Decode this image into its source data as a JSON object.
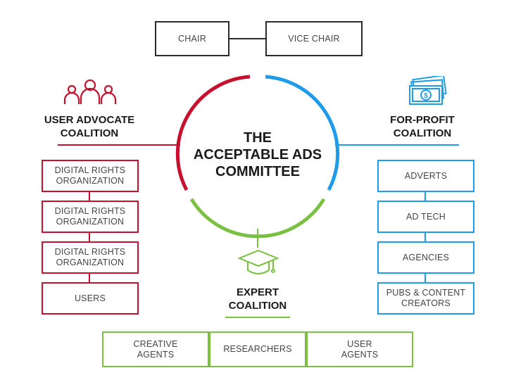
{
  "top": {
    "chair": "CHAIR",
    "vice_chair": "VICE CHAIR"
  },
  "center": {
    "title": "THE\nACCEPTABLE ADS\nCOMMITTEE"
  },
  "user_advocate": {
    "title": "USER ADVOCATE\nCOALITION",
    "items": [
      "DIGITAL RIGHTS\nORGANIZATION",
      "DIGITAL RIGHTS\nORGANIZATION",
      "DIGITAL RIGHTS\nORGANIZATION",
      "USERS"
    ]
  },
  "for_profit": {
    "title": "FOR-PROFIT\nCOALITION",
    "items": [
      "ADVERTS",
      "AD TECH",
      "AGENCIES",
      "PUBS & CONTENT\nCREATORS"
    ]
  },
  "expert": {
    "title": "EXPERT\nCOALITION",
    "items": [
      "CREATIVE\nAGENTS",
      "RESEARCHERS",
      "USER\nAGENTS"
    ]
  },
  "colors": {
    "red": "#c8102e",
    "blue": "#1e9be9",
    "green": "#7ac143",
    "black": "#2b2b2b"
  },
  "icons": {
    "user_advocate": "people-group-icon",
    "for_profit": "money-bills-icon",
    "expert": "graduation-cap-icon"
  }
}
